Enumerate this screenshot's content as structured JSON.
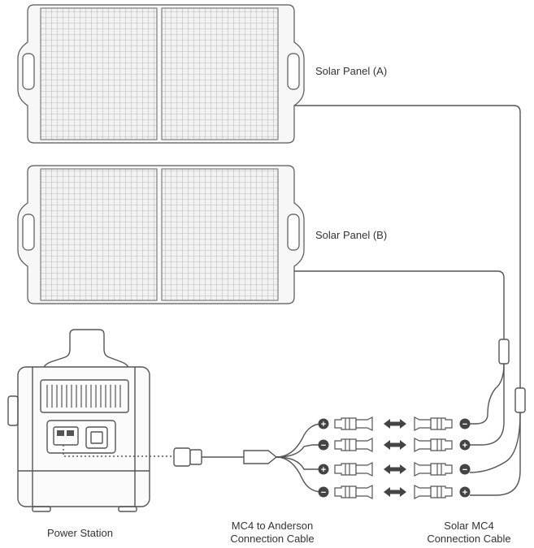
{
  "labels": {
    "panel_a": "Solar Panel (A)",
    "panel_b": "Solar Panel (B)",
    "power_station": "Power Station",
    "mc4_anderson_line1": "MC4 to Anderson",
    "mc4_anderson_line2": "Connection Cable",
    "solar_mc4_line1": "Solar MC4",
    "solar_mc4_line2": "Connection Cable"
  },
  "connectors": [
    {
      "left_polarity": "+",
      "right_polarity": "−"
    },
    {
      "left_polarity": "−",
      "right_polarity": "+"
    },
    {
      "left_polarity": "+",
      "right_polarity": "−"
    },
    {
      "left_polarity": "−",
      "right_polarity": "+"
    }
  ],
  "colors": {
    "line": "#555555",
    "panel_fill": "#f4f4f4",
    "cell_grid": "#8a8a8a",
    "badge": "#444444"
  },
  "icons": [
    "plus-icon",
    "minus-icon",
    "double-arrow-icon"
  ]
}
